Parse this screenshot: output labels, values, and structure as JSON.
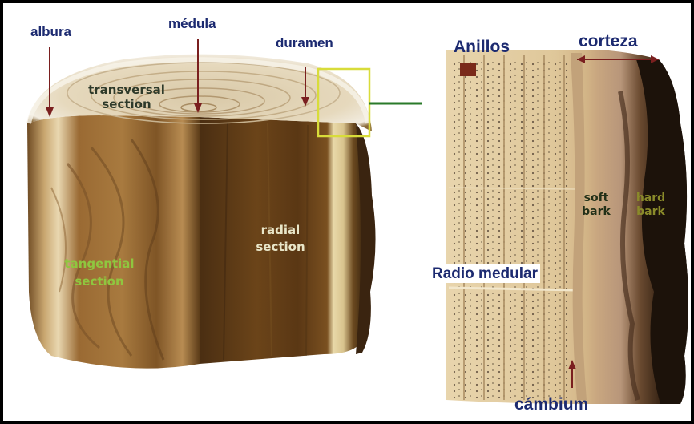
{
  "labels": {
    "albura": "albura",
    "medula": "médula",
    "duramen": "duramen",
    "transversal_line1": "transversal",
    "transversal_line2": "section",
    "radial_line1": "radial",
    "radial_line2": "section",
    "tangential_line1": "tangential",
    "tangential_line2": "section",
    "anillos": "Anillos",
    "corteza": "corteza",
    "soft_line1": "soft",
    "soft_line2": "bark",
    "hard_line1": "hard",
    "hard_line2": "bark",
    "radio_medular": "Radio medular",
    "cambium": "cámbium"
  },
  "colors": {
    "label_blue": "#1c2a70",
    "arrow_red": "#7a1f1f",
    "connector_green": "#2a7a2a",
    "highlight_box": "#d8dc3a",
    "frame": "#000000"
  }
}
